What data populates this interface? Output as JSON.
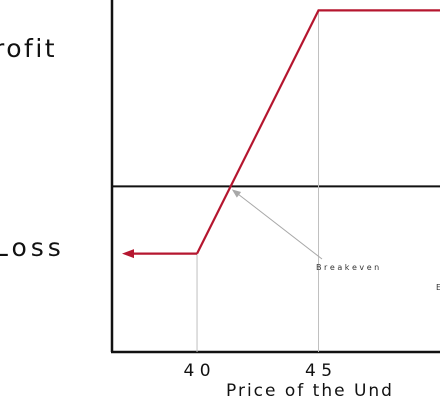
{
  "chart_data": {
    "type": "line",
    "labels": {
      "profit": "rofit",
      "loss": "Loss"
    },
    "xlabel": "Price of the Und",
    "xlim": [
      36.5,
      50
    ],
    "ylim": [
      -3.2,
      3.6
    ],
    "x_ticks": [
      {
        "value": 40,
        "label": "4 0"
      },
      {
        "value": 45,
        "label": "4 5"
      }
    ],
    "series": [
      {
        "x": [
          40,
          45,
          50
        ],
        "y": [
          -1.3,
          3.4,
          3.4
        ]
      }
    ],
    "breakeven_x": 41.35,
    "breakeven_label": "B r e a k e v e n",
    "cutoff_right_label": "E",
    "colors": {
      "payoff": "#b5162f",
      "axis": "#111111",
      "guide": "#bfbfbf",
      "pointer": "#a8a8a8"
    }
  }
}
